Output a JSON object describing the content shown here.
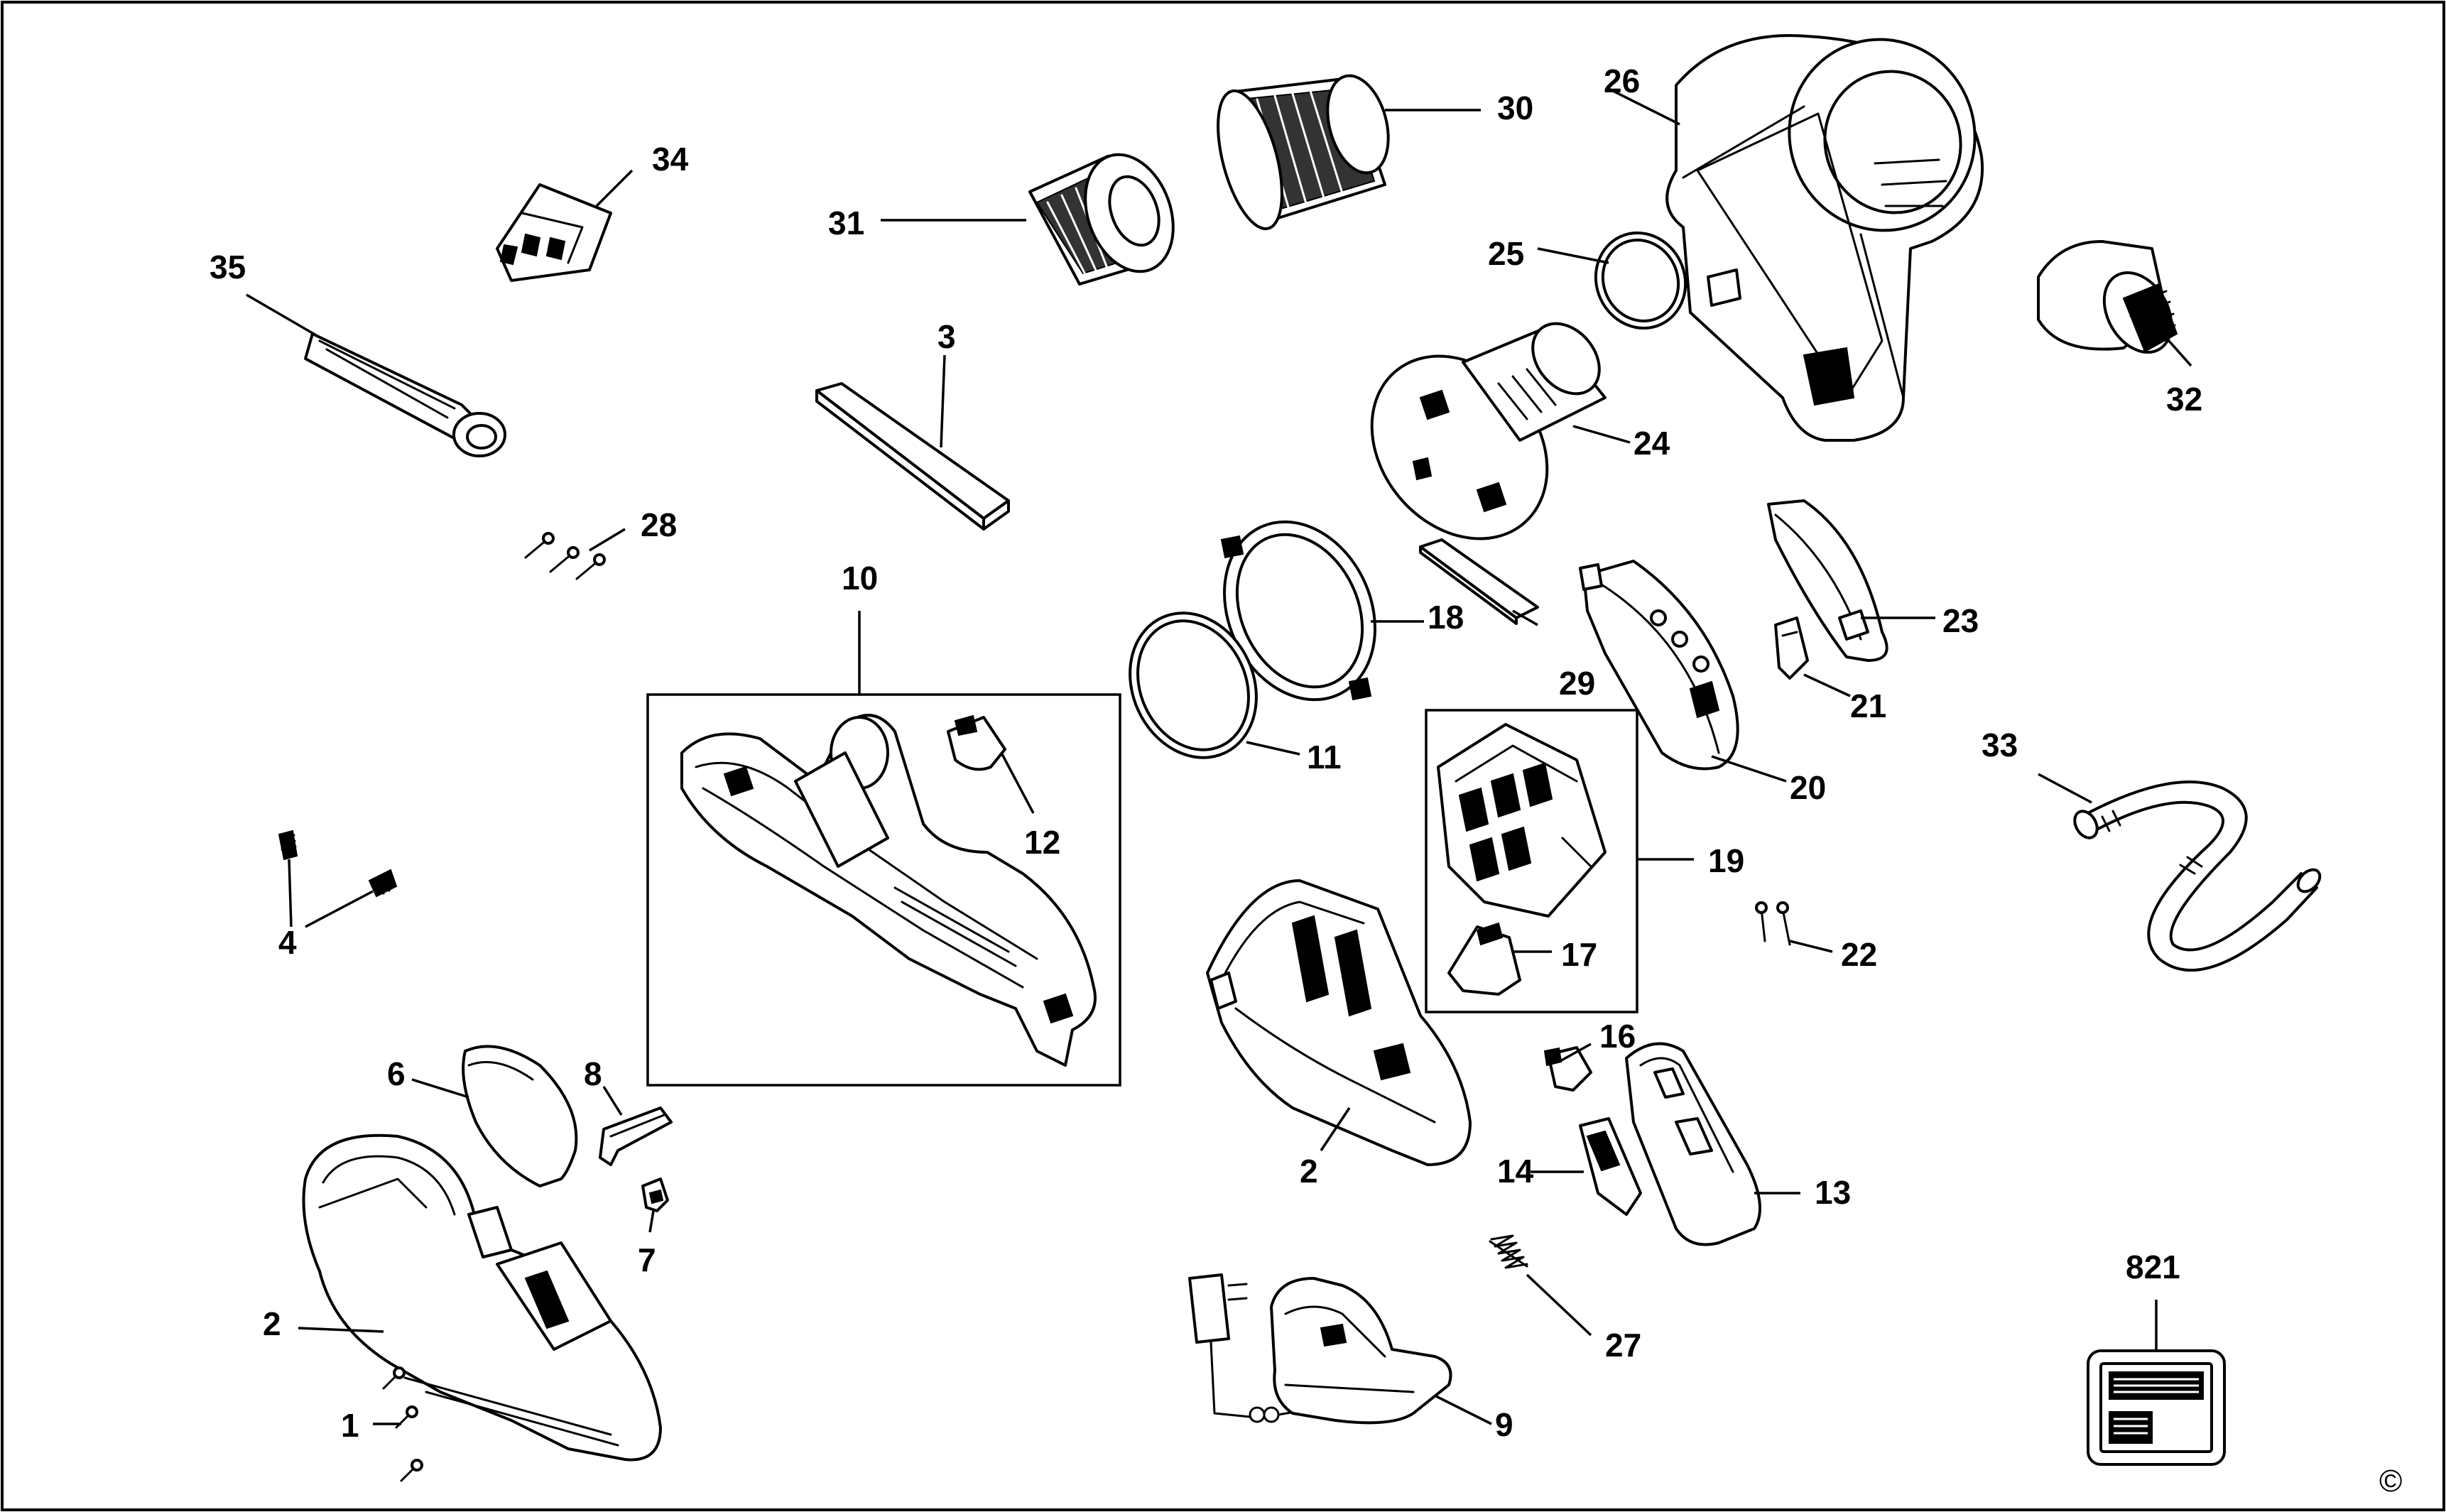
{
  "diagram": {
    "type": "exploded-parts-diagram",
    "callouts": [
      {
        "id": "1",
        "label": "1"
      },
      {
        "id": "2a",
        "label": "2"
      },
      {
        "id": "2b",
        "label": "2"
      },
      {
        "id": "3",
        "label": "3"
      },
      {
        "id": "4",
        "label": "4"
      },
      {
        "id": "6",
        "label": "6"
      },
      {
        "id": "7",
        "label": "7"
      },
      {
        "id": "8",
        "label": "8"
      },
      {
        "id": "9",
        "label": "9"
      },
      {
        "id": "10",
        "label": "10"
      },
      {
        "id": "11",
        "label": "11"
      },
      {
        "id": "12",
        "label": "12"
      },
      {
        "id": "13",
        "label": "13"
      },
      {
        "id": "14",
        "label": "14"
      },
      {
        "id": "16",
        "label": "16"
      },
      {
        "id": "17",
        "label": "17"
      },
      {
        "id": "18",
        "label": "18"
      },
      {
        "id": "19",
        "label": "19"
      },
      {
        "id": "20",
        "label": "20"
      },
      {
        "id": "21",
        "label": "21"
      },
      {
        "id": "22",
        "label": "22"
      },
      {
        "id": "23",
        "label": "23"
      },
      {
        "id": "24",
        "label": "24"
      },
      {
        "id": "25",
        "label": "25"
      },
      {
        "id": "26",
        "label": "26"
      },
      {
        "id": "27",
        "label": "27"
      },
      {
        "id": "28",
        "label": "28"
      },
      {
        "id": "29",
        "label": "29"
      },
      {
        "id": "30",
        "label": "30"
      },
      {
        "id": "31",
        "label": "31"
      },
      {
        "id": "32",
        "label": "32"
      },
      {
        "id": "33",
        "label": "33"
      },
      {
        "id": "34",
        "label": "34"
      },
      {
        "id": "35",
        "label": "35"
      },
      {
        "id": "821",
        "label": "821"
      }
    ],
    "copyright": "©"
  }
}
